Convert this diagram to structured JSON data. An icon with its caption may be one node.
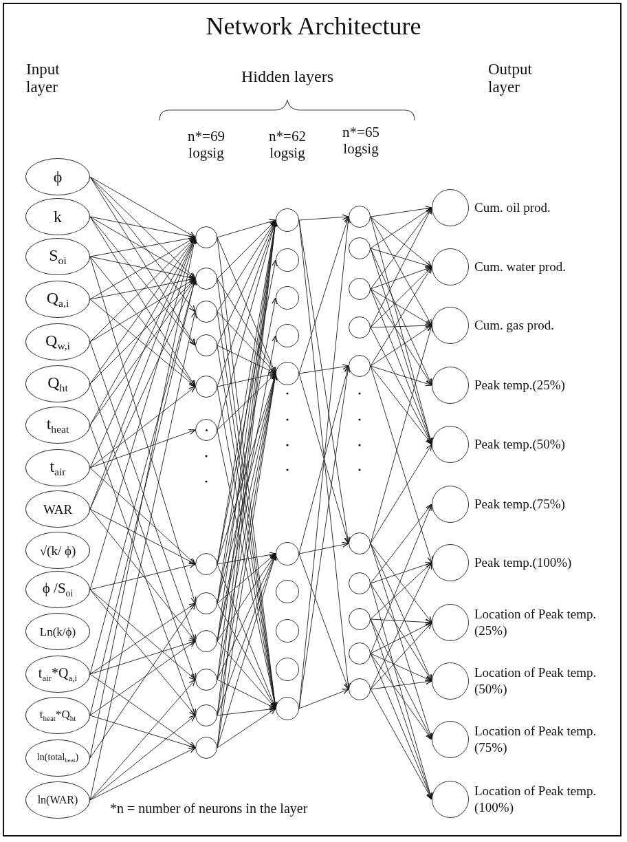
{
  "diagram": {
    "title": "Network Architecture",
    "nodes": [
      {
        "text": [
          "ϕ"
        ]
      },
      {
        "text": [
          "k"
        ]
      },
      {
        "text": [
          "S$_{oi}$"
        ]
      },
      {
        "text": [
          "Q$_{a,i}$"
        ]
      },
      {
        "text": [
          "Q$_{w,i}$"
        ]
      },
      {
        "text": [
          "Q$_{ht}$"
        ]
      },
      {
        "text": [
          "t$_{heat}$"
        ]
      },
      {
        "text": [
          "t$_{air}$"
        ]
      },
      {
        "text": [
          "WAR"
        ]
      },
      {
        "text": [
          "√(k/ ϕ)"
        ]
      },
      {
        "text": [
          "ϕ /S$_{oi}$"
        ]
      },
      {
        "text": [
          "Ln(k/ϕ)"
        ]
      },
      {
        "text": [
          "t$_{air}$*Q$_{a,i}$"
        ]
      },
      {
        "text": [
          "t$_{heat}$*Q$_{ht}$"
        ]
      },
      {
        "text": [
          "ln(total$_{heat}$)"
        ]
      },
      {
        "text": [
          "ln(WAR)"
        ]
      },
      {
        "text": [],
        "shape": "circle"
      },
      {
        "text": [],
        "shape": "circle"
      },
      {
        "text": [],
        "shape": "circle"
      },
      {
        "text": [],
        "shape": "circle"
      },
      {
        "text": [],
        "shape": "circle"
      },
      {
        "text": [],
        "shape": "circle"
      },
      {
        "text": [],
        "shape": "circle"
      },
      {
        "text": [],
        "shape": "circle"
      },
      {
        "text": [],
        "shape": "circle"
      },
      {
        "text": [],
        "shape": "circle"
      },
      {
        "text": [],
        "shape": "circle"
      },
      {
        "text": [],
        "shape": "circle"
      },
      {
        "text": [],
        "shape": "circle"
      },
      {
        "text": [],
        "shape": "circle"
      },
      {
        "text": [],
        "shape": "circle"
      },
      {
        "text": [],
        "shape": "circle"
      },
      {
        "text": [],
        "shape": "circle"
      },
      {
        "text": [],
        "shape": "circle"
      },
      {
        "text": [],
        "shape": "circle"
      },
      {
        "text": [],
        "shape": "circle"
      },
      {
        "text": [],
        "shape": "circle"
      },
      {
        "text": [],
        "shape": "circle"
      },
      {
        "text": [],
        "shape": "circle"
      },
      {
        "text": [],
        "shape": "circle"
      },
      {
        "text": [],
        "shape": "circle"
      },
      {
        "text": [],
        "shape": "circle"
      },
      {
        "text": [],
        "shape": "circle"
      },
      {
        "text": [],
        "shape": "circle"
      },
      {
        "text": [],
        "shape": "circle"
      },
      {
        "text": [],
        "shape": "circle"
      },
      {
        "text": [],
        "shape": "circle"
      },
      {
        "text": [],
        "shape": "circle"
      },
      {
        "text": [],
        "shape": "circle",
        "beside": [
          "Cum. oil prod."
        ]
      },
      {
        "text": [],
        "shape": "circle",
        "beside": [
          "Cum. water prod."
        ]
      },
      {
        "text": [],
        "shape": "circle",
        "beside": [
          "Cum. gas prod."
        ]
      },
      {
        "text": [],
        "shape": "circle",
        "beside": [
          "Peak temp.(25%)"
        ]
      },
      {
        "text": [],
        "shape": "circle",
        "beside": [
          "Peak temp.(50%)"
        ]
      },
      {
        "text": [],
        "shape": "circle",
        "beside": [
          "Peak temp.(75%)"
        ]
      },
      {
        "text": [],
        "shape": "circle",
        "beside": [
          "Peak temp.(100%)"
        ]
      },
      {
        "text": [],
        "shape": "circle",
        "beside": [
          "Location of Peak temp.(25%)"
        ]
      },
      {
        "text": [],
        "shape": "circle",
        "beside": [
          "Location of Peak temp.(50%)"
        ]
      },
      {
        "text": [],
        "shape": "circle",
        "beside": [
          "Location of Peak temp.(75%)"
        ]
      },
      {
        "text": [],
        "shape": "circle",
        "beside": [
          "Location of Peak temp.(100%)"
        ]
      }
    ],
    "edges": [
      {
        "from": 0,
        "to": 16,
        "arrow": "to"
      },
      {
        "from": 0,
        "to": 17,
        "arrow": "to"
      },
      {
        "from": 0,
        "to": 18,
        "arrow": "to"
      },
      {
        "from": 0,
        "to": 19,
        "arrow": "to"
      },
      {
        "from": 1,
        "to": 16,
        "arrow": "to"
      },
      {
        "from": 1,
        "to": 17,
        "arrow": "to"
      },
      {
        "from": 1,
        "to": 19,
        "arrow": "to"
      },
      {
        "from": 1,
        "to": 20,
        "arrow": "to"
      },
      {
        "from": 2,
        "to": 16,
        "arrow": "to"
      },
      {
        "from": 2,
        "to": 17,
        "arrow": "to"
      },
      {
        "from": 2,
        "to": 20,
        "arrow": "to"
      },
      {
        "from": 2,
        "to": 23,
        "arrow": "to"
      },
      {
        "from": 3,
        "to": 16,
        "arrow": "to"
      },
      {
        "from": 3,
        "to": 17,
        "arrow": "to"
      },
      {
        "from": 3,
        "to": 20,
        "arrow": "to"
      },
      {
        "from": 4,
        "to": 16,
        "arrow": "to"
      },
      {
        "from": 4,
        "to": 17,
        "arrow": "to"
      },
      {
        "from": 4,
        "to": 24,
        "arrow": "to"
      },
      {
        "from": 5,
        "to": 16,
        "arrow": "to"
      },
      {
        "from": 5,
        "to": 17,
        "arrow": "to"
      },
      {
        "from": 5,
        "to": 25,
        "arrow": "to"
      },
      {
        "from": 6,
        "to": 16,
        "arrow": "to"
      },
      {
        "from": 6,
        "to": 17,
        "arrow": "to"
      },
      {
        "from": 6,
        "to": 26,
        "arrow": "to"
      },
      {
        "from": 7,
        "to": 16,
        "arrow": "to"
      },
      {
        "from": 7,
        "to": 20,
        "arrow": "to"
      },
      {
        "from": 7,
        "to": 21,
        "arrow": "to"
      },
      {
        "from": 7,
        "to": 22,
        "arrow": "to"
      },
      {
        "from": 8,
        "to": 16,
        "arrow": "to"
      },
      {
        "from": 8,
        "to": 17,
        "arrow": "to"
      },
      {
        "from": 8,
        "to": 22,
        "arrow": "to"
      },
      {
        "from": 8,
        "to": 24,
        "arrow": "to"
      },
      {
        "from": 10,
        "to": 16,
        "arrow": "to"
      },
      {
        "from": 10,
        "to": 22,
        "arrow": "to"
      },
      {
        "from": 10,
        "to": 25,
        "arrow": "to"
      },
      {
        "from": 10,
        "to": 26,
        "arrow": "to"
      },
      {
        "from": 12,
        "to": 17,
        "arrow": "to"
      },
      {
        "from": 12,
        "to": 23,
        "arrow": "to"
      },
      {
        "from": 12,
        "to": 24,
        "arrow": "to"
      },
      {
        "from": 12,
        "to": 27,
        "arrow": "to"
      },
      {
        "from": 13,
        "to": 17,
        "arrow": "to"
      },
      {
        "from": 13,
        "to": 24,
        "arrow": "to"
      },
      {
        "from": 13,
        "to": 27,
        "arrow": "to"
      },
      {
        "from": 14,
        "to": 16,
        "arrow": "to"
      },
      {
        "from": 14,
        "to": 23,
        "arrow": "to"
      },
      {
        "from": 15,
        "to": 18,
        "arrow": "to"
      },
      {
        "from": 15,
        "to": 25,
        "arrow": "to"
      },
      {
        "from": 15,
        "to": 26,
        "arrow": "to"
      },
      {
        "from": 15,
        "to": 27,
        "arrow": "to"
      },
      {
        "from": 16,
        "to": 28,
        "arrow": "to"
      },
      {
        "from": 16,
        "to": 32,
        "arrow": "to"
      },
      {
        "from": 16,
        "to": 37,
        "arrow": "to"
      },
      {
        "from": 17,
        "to": 28,
        "arrow": "to"
      },
      {
        "from": 17,
        "to": 32,
        "arrow": "to"
      },
      {
        "from": 17,
        "to": 37,
        "arrow": "to"
      },
      {
        "from": 18,
        "to": 28,
        "arrow": "to"
      },
      {
        "from": 18,
        "to": 32,
        "arrow": "to"
      },
      {
        "from": 18,
        "to": 37,
        "arrow": "to"
      },
      {
        "from": 19,
        "to": 28,
        "arrow": "to"
      },
      {
        "from": 19,
        "to": 32,
        "arrow": "to"
      },
      {
        "from": 19,
        "to": 37,
        "arrow": "to"
      },
      {
        "from": 20,
        "to": 28,
        "arrow": "to"
      },
      {
        "from": 20,
        "to": 32,
        "arrow": "to"
      },
      {
        "from": 20,
        "to": 37,
        "arrow": "to"
      },
      {
        "from": 21,
        "to": 28,
        "arrow": "to"
      },
      {
        "from": 21,
        "to": 32,
        "arrow": "to"
      },
      {
        "from": 21,
        "to": 37,
        "arrow": "to"
      },
      {
        "from": 22,
        "to": 28,
        "arrow": "to"
      },
      {
        "from": 22,
        "to": 32,
        "arrow": "to"
      },
      {
        "from": 22,
        "to": 33,
        "arrow": "to"
      },
      {
        "from": 22,
        "to": 37,
        "arrow": "to"
      },
      {
        "from": 23,
        "to": 28,
        "arrow": "to"
      },
      {
        "from": 23,
        "to": 32,
        "arrow": "to"
      },
      {
        "from": 23,
        "to": 33,
        "arrow": "to"
      },
      {
        "from": 23,
        "to": 37,
        "arrow": "to"
      },
      {
        "from": 24,
        "to": 28,
        "arrow": "to"
      },
      {
        "from": 24,
        "to": 32,
        "arrow": "to"
      },
      {
        "from": 24,
        "to": 33,
        "arrow": "to"
      },
      {
        "from": 24,
        "to": 37,
        "arrow": "to"
      },
      {
        "from": 25,
        "to": 28,
        "arrow": "to"
      },
      {
        "from": 25,
        "to": 32,
        "arrow": "to"
      },
      {
        "from": 25,
        "to": 33,
        "arrow": "to"
      },
      {
        "from": 25,
        "to": 37,
        "arrow": "to"
      },
      {
        "from": 26,
        "to": 28,
        "arrow": "to"
      },
      {
        "from": 26,
        "to": 32,
        "arrow": "to"
      },
      {
        "from": 26,
        "to": 33,
        "arrow": "to"
      },
      {
        "from": 26,
        "to": 37,
        "arrow": "to"
      },
      {
        "from": 27,
        "to": 28,
        "arrow": "to"
      },
      {
        "from": 27,
        "to": 32,
        "arrow": "to"
      },
      {
        "from": 27,
        "to": 33,
        "arrow": "to"
      },
      {
        "from": 27,
        "to": 37,
        "arrow": "to"
      },
      {
        "from": 22,
        "to": 29,
        "arrow": "to"
      },
      {
        "from": 23,
        "to": 30,
        "arrow": "to"
      },
      {
        "from": 24,
        "to": 31,
        "arrow": "to"
      },
      {
        "from": 28,
        "to": 38,
        "arrow": "to"
      },
      {
        "from": 28,
        "to": 43,
        "arrow": "to"
      },
      {
        "from": 28,
        "to": 47,
        "arrow": "to"
      },
      {
        "from": 32,
        "to": 42,
        "arrow": "to"
      },
      {
        "from": 32,
        "to": 43,
        "arrow": "to"
      },
      {
        "from": 32,
        "to": 38,
        "arrow": "to"
      },
      {
        "from": 33,
        "to": 43,
        "arrow": "to"
      },
      {
        "from": 33,
        "to": 47,
        "arrow": "to"
      },
      {
        "from": 33,
        "to": 42,
        "arrow": "to"
      },
      {
        "from": 37,
        "to": 47,
        "arrow": "to"
      },
      {
        "from": 37,
        "to": 38,
        "arrow": "to"
      },
      {
        "from": 37,
        "to": 42,
        "arrow": "to"
      },
      {
        "from": 38,
        "to": 48,
        "arrow": "to"
      },
      {
        "from": 38,
        "to": 49,
        "arrow": "to"
      },
      {
        "from": 38,
        "to": 50,
        "arrow": "to"
      },
      {
        "from": 38,
        "to": 52,
        "arrow": "to"
      },
      {
        "from": 39,
        "to": 48,
        "arrow": "to"
      },
      {
        "from": 39,
        "to": 49,
        "arrow": "to"
      },
      {
        "from": 39,
        "to": 51,
        "arrow": "to"
      },
      {
        "from": 39,
        "to": 52,
        "arrow": "to"
      },
      {
        "from": 40,
        "to": 48,
        "arrow": "to"
      },
      {
        "from": 40,
        "to": 49,
        "arrow": "to"
      },
      {
        "from": 40,
        "to": 50,
        "arrow": "to"
      },
      {
        "from": 40,
        "to": 51,
        "arrow": "to"
      },
      {
        "from": 40,
        "to": 52,
        "arrow": "to"
      },
      {
        "from": 41,
        "to": 48,
        "arrow": "to"
      },
      {
        "from": 41,
        "to": 49,
        "arrow": "to"
      },
      {
        "from": 41,
        "to": 50,
        "arrow": "to"
      },
      {
        "from": 41,
        "to": 52,
        "arrow": "to"
      },
      {
        "from": 42,
        "to": 49,
        "arrow": "to"
      },
      {
        "from": 42,
        "to": 50,
        "arrow": "to"
      },
      {
        "from": 42,
        "to": 51,
        "arrow": "to"
      },
      {
        "from": 42,
        "to": 52,
        "arrow": "to"
      },
      {
        "from": 42,
        "to": 54,
        "arrow": "to"
      },
      {
        "from": 43,
        "to": 50,
        "arrow": "to"
      },
      {
        "from": 43,
        "to": 52,
        "arrow": "to"
      },
      {
        "from": 43,
        "to": 55,
        "arrow": "to"
      },
      {
        "from": 43,
        "to": 56,
        "arrow": "to"
      },
      {
        "from": 43,
        "to": 57,
        "arrow": "to"
      },
      {
        "from": 44,
        "to": 53,
        "arrow": "to"
      },
      {
        "from": 44,
        "to": 54,
        "arrow": "to"
      },
      {
        "from": 44,
        "to": 56,
        "arrow": "to"
      },
      {
        "from": 44,
        "to": 58,
        "arrow": "to"
      },
      {
        "from": 45,
        "to": 54,
        "arrow": "to"
      },
      {
        "from": 45,
        "to": 55,
        "arrow": "to"
      },
      {
        "from": 45,
        "to": 57,
        "arrow": "to"
      },
      {
        "from": 45,
        "to": 58,
        "arrow": "to"
      },
      {
        "from": 46,
        "to": 53,
        "arrow": "to"
      },
      {
        "from": 46,
        "to": 55,
        "arrow": "to"
      },
      {
        "from": 46,
        "to": 56,
        "arrow": "to"
      },
      {
        "from": 46,
        "to": 57,
        "arrow": "to"
      },
      {
        "from": 46,
        "to": 58,
        "arrow": "to"
      },
      {
        "from": 47,
        "to": 54,
        "arrow": "to"
      },
      {
        "from": 47,
        "to": 55,
        "arrow": "to"
      },
      {
        "from": 47,
        "to": 56,
        "arrow": "to"
      },
      {
        "from": 47,
        "to": 58,
        "arrow": "to"
      }
    ],
    "labels": [
      "Input layer",
      "Hidden layers",
      "Output layer",
      "n*=69 logsig",
      "n*=62 logsig",
      "n*=65 logsig",
      "*n = number of neurons in the layer"
    ]
  }
}
